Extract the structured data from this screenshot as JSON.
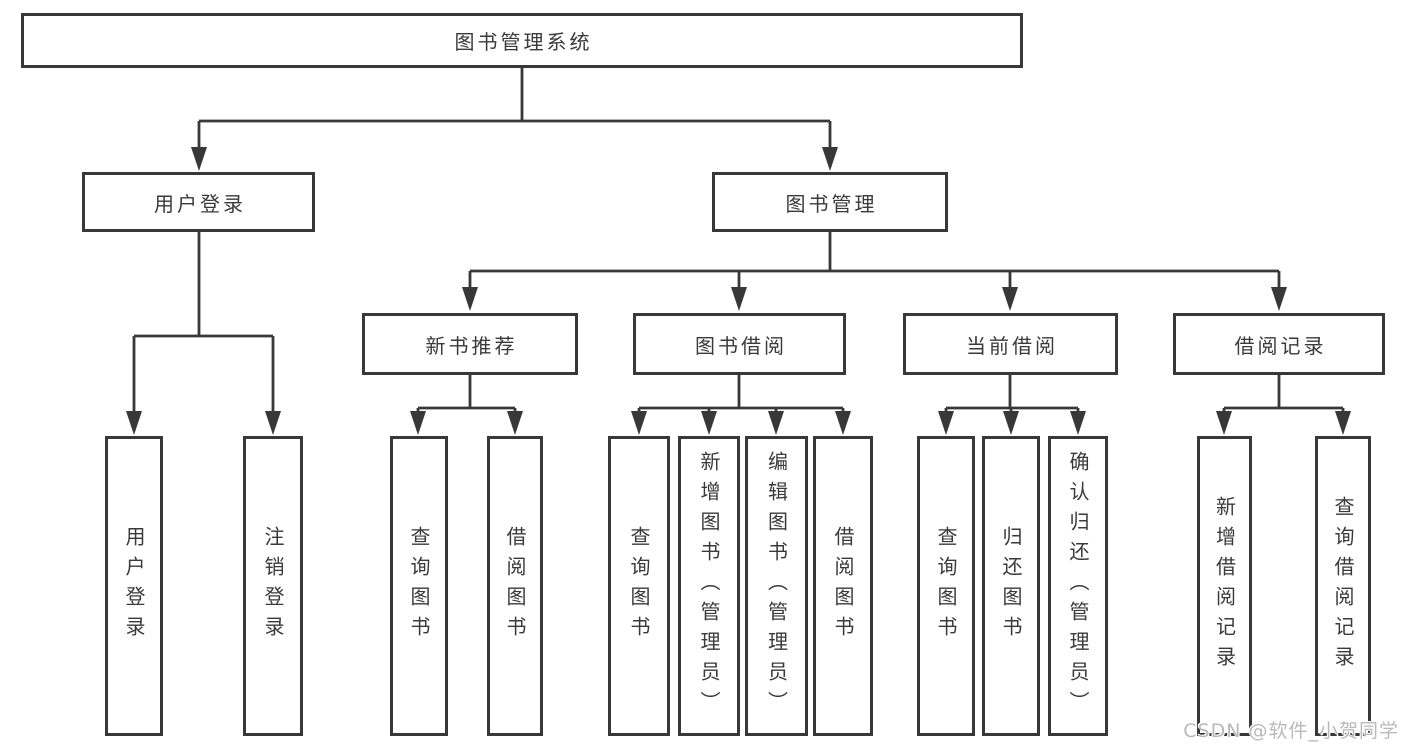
{
  "tree": {
    "label": "图书管理系统",
    "children": [
      {
        "label": "用户登录",
        "children": [
          {
            "label": "用户登录"
          },
          {
            "label": "注销登录"
          }
        ]
      },
      {
        "label": "图书管理",
        "children": [
          {
            "label": "新书推荐",
            "children": [
              {
                "label": "查询图书"
              },
              {
                "label": "借阅图书"
              }
            ]
          },
          {
            "label": "图书借阅",
            "children": [
              {
                "label": "查询图书"
              },
              {
                "label": "新增图书（管理员）"
              },
              {
                "label": "编辑图书（管理员）"
              },
              {
                "label": "借阅图书"
              }
            ]
          },
          {
            "label": "当前借阅",
            "children": [
              {
                "label": "查询图书"
              },
              {
                "label": "归还图书"
              },
              {
                "label": "确认归还（管理员）"
              }
            ]
          },
          {
            "label": "借阅记录",
            "children": [
              {
                "label": "新增借阅记录"
              },
              {
                "label": "查询借阅记录"
              }
            ]
          }
        ]
      }
    ]
  },
  "watermark": {
    "text": "CSDN @软件_小贺同学"
  },
  "colors": {
    "line": "#383838",
    "text": "#3a3a3a",
    "background": "#ffffff",
    "watermark": "#b9b9b9"
  }
}
